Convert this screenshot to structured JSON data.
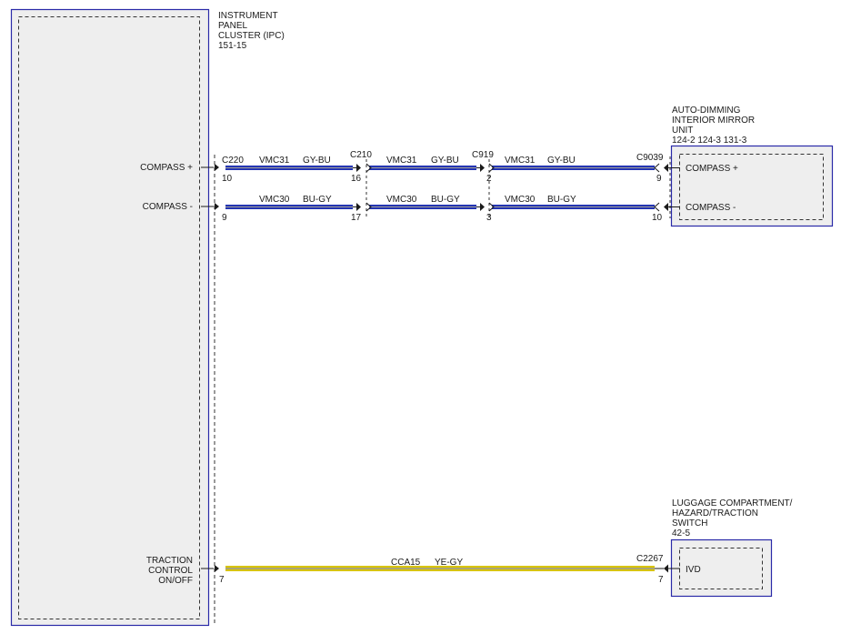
{
  "ipc": {
    "title_lines": [
      "INSTRUMENT",
      "PANEL",
      "CLUSTER (IPC)",
      "151-15"
    ],
    "pins": {
      "compass_plus": "COMPASS +",
      "compass_minus": "COMPASS -",
      "traction_lines": [
        "TRACTION",
        "CONTROL",
        "ON/OFF"
      ]
    }
  },
  "mirror": {
    "title_lines": [
      "AUTO-DIMMING",
      "INTERIOR MIRROR",
      "UNIT",
      "124-2   124-3   131-3"
    ],
    "pins": {
      "compass_plus": "COMPASS +",
      "compass_minus": "COMPASS -"
    }
  },
  "switch": {
    "title_lines": [
      "LUGGAGE COMPARTMENT/",
      "HAZARD/TRACTION",
      "SWITCH",
      "42-5"
    ],
    "pins": {
      "ivd": "IVD"
    }
  },
  "connectors": {
    "c220": {
      "name": "C220",
      "pin_top": "10",
      "pin_bottom": "9",
      "pin_traction": "7"
    },
    "c210": {
      "name": "C210",
      "pin_top": "16",
      "pin_bottom": "17"
    },
    "c919": {
      "name": "C919",
      "pin_top": "2",
      "pin_bottom": "3"
    },
    "c9039": {
      "name": "C9039",
      "pin_top": "9",
      "pin_bottom": "10"
    },
    "c2267": {
      "name": "C2267",
      "pin": "7"
    }
  },
  "wires": {
    "vmc31": {
      "circuit": "VMC31",
      "color": "GY-BU"
    },
    "vmc30": {
      "circuit": "VMC30",
      "color": "BU-GY"
    },
    "cca15": {
      "circuit": "CCA15",
      "color": "YE-GY"
    }
  },
  "colors": {
    "box_border": "#2a2aa8",
    "box_fill": "#eeeeee",
    "wire_blue": "#1c2fb4",
    "wire_gray": "#9a9a9a",
    "wire_yellow": "#d8c400",
    "line": "#1a1a1a"
  }
}
